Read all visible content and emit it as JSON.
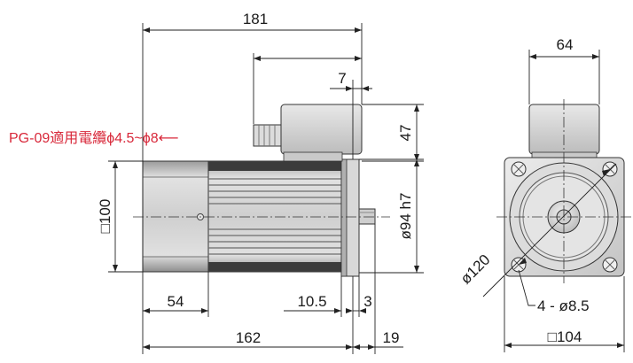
{
  "colors": {
    "body_light": "#d7d7d7",
    "body_mid": "#bdbdbd",
    "body_dark": "#8a8a8a",
    "line": "#222222",
    "note": "#d8283a"
  },
  "note": {
    "cable_gland": "PG-09適用電纜ϕ4.5~ϕ8⟵"
  },
  "dims": {
    "overall_length": "181",
    "box_gap": "7",
    "box_height": "47",
    "body_square": "□100",
    "pilot_dia": "ø94 h7",
    "rear_length": "54",
    "flange_length": "10.5",
    "flange_gap": "3",
    "body_length": "162",
    "shaft_length": "19",
    "box_width": "64",
    "pcd": "ø120",
    "holes": "4 - ø8.5",
    "front_square": "□104"
  }
}
